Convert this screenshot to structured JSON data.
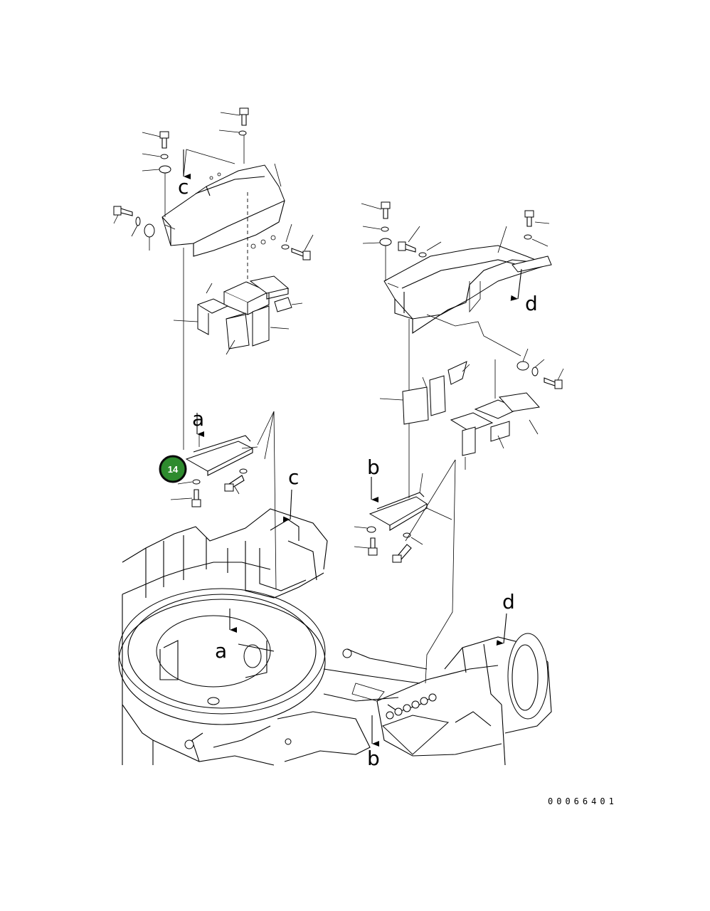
{
  "letters": {
    "a": "a",
    "b": "b",
    "c": "c",
    "d": "d"
  },
  "callout": {
    "number": "14",
    "fill": "#2e8b2e",
    "ring": "#0a0a0a"
  },
  "drawing_number": "00066401"
}
